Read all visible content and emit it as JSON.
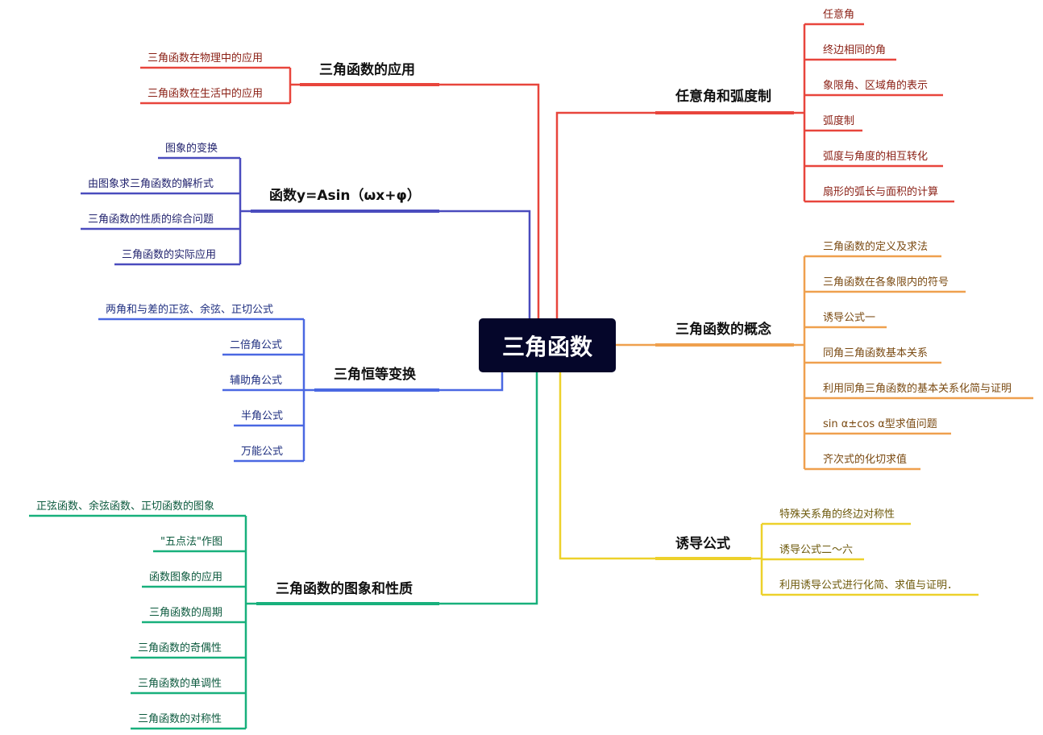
{
  "root": "三角函数",
  "colors": {
    "red": "#e8453c",
    "orange": "#efa04e",
    "yellow": "#edd12b",
    "green": "#18b07c",
    "blue": "#4a68e2",
    "indigo": "#4a4cbe",
    "root_bg": "#05062a"
  },
  "branches": {
    "angle": {
      "title": "任意角和弧度制",
      "items": [
        "任意角",
        "终边相同的角",
        "象限角、区域角的表示",
        "弧度制",
        "弧度与角度的相互转化",
        "扇形的弧长与面积的计算"
      ]
    },
    "concept": {
      "title": "三角函数的概念",
      "items": [
        "三角函数的定义及求法",
        "三角函数在各象限内的符号",
        "诱导公式一",
        "同角三角函数基本关系",
        "利用同角三角函数的基本关系化简与证明",
        "sin α±cos α型求值问题",
        "齐次式的化切求值"
      ]
    },
    "induction": {
      "title": "诱导公式",
      "items": [
        "特殊关系角的终边对称性",
        "诱导公式二～六",
        "利用诱导公式进行化简、求值与证明．"
      ]
    },
    "application": {
      "title": "三角函数的应用",
      "items": [
        "三角函数在物理中的应用",
        "三角函数在生活中的应用"
      ]
    },
    "asin": {
      "title": "函数y=Asin（ωx+φ）",
      "items": [
        "图象的变换",
        "由图象求三角函数的解析式",
        "三角函数的性质的综合问题",
        "三角函数的实际应用"
      ]
    },
    "identity": {
      "title": "三角恒等变换",
      "items": [
        "两角和与差的正弦、余弦、正切公式",
        "二倍角公式",
        "辅助角公式",
        "半角公式",
        "万能公式"
      ]
    },
    "graph": {
      "title": "三角函数的图象和性质",
      "items": [
        "正弦函数、余弦函数、正切函数的图象",
        "\"五点法\"作图",
        "函数图象的应用",
        "三角函数的周期",
        "三角函数的奇偶性",
        "三角函数的单调性",
        "三角函数的对称性"
      ]
    }
  }
}
